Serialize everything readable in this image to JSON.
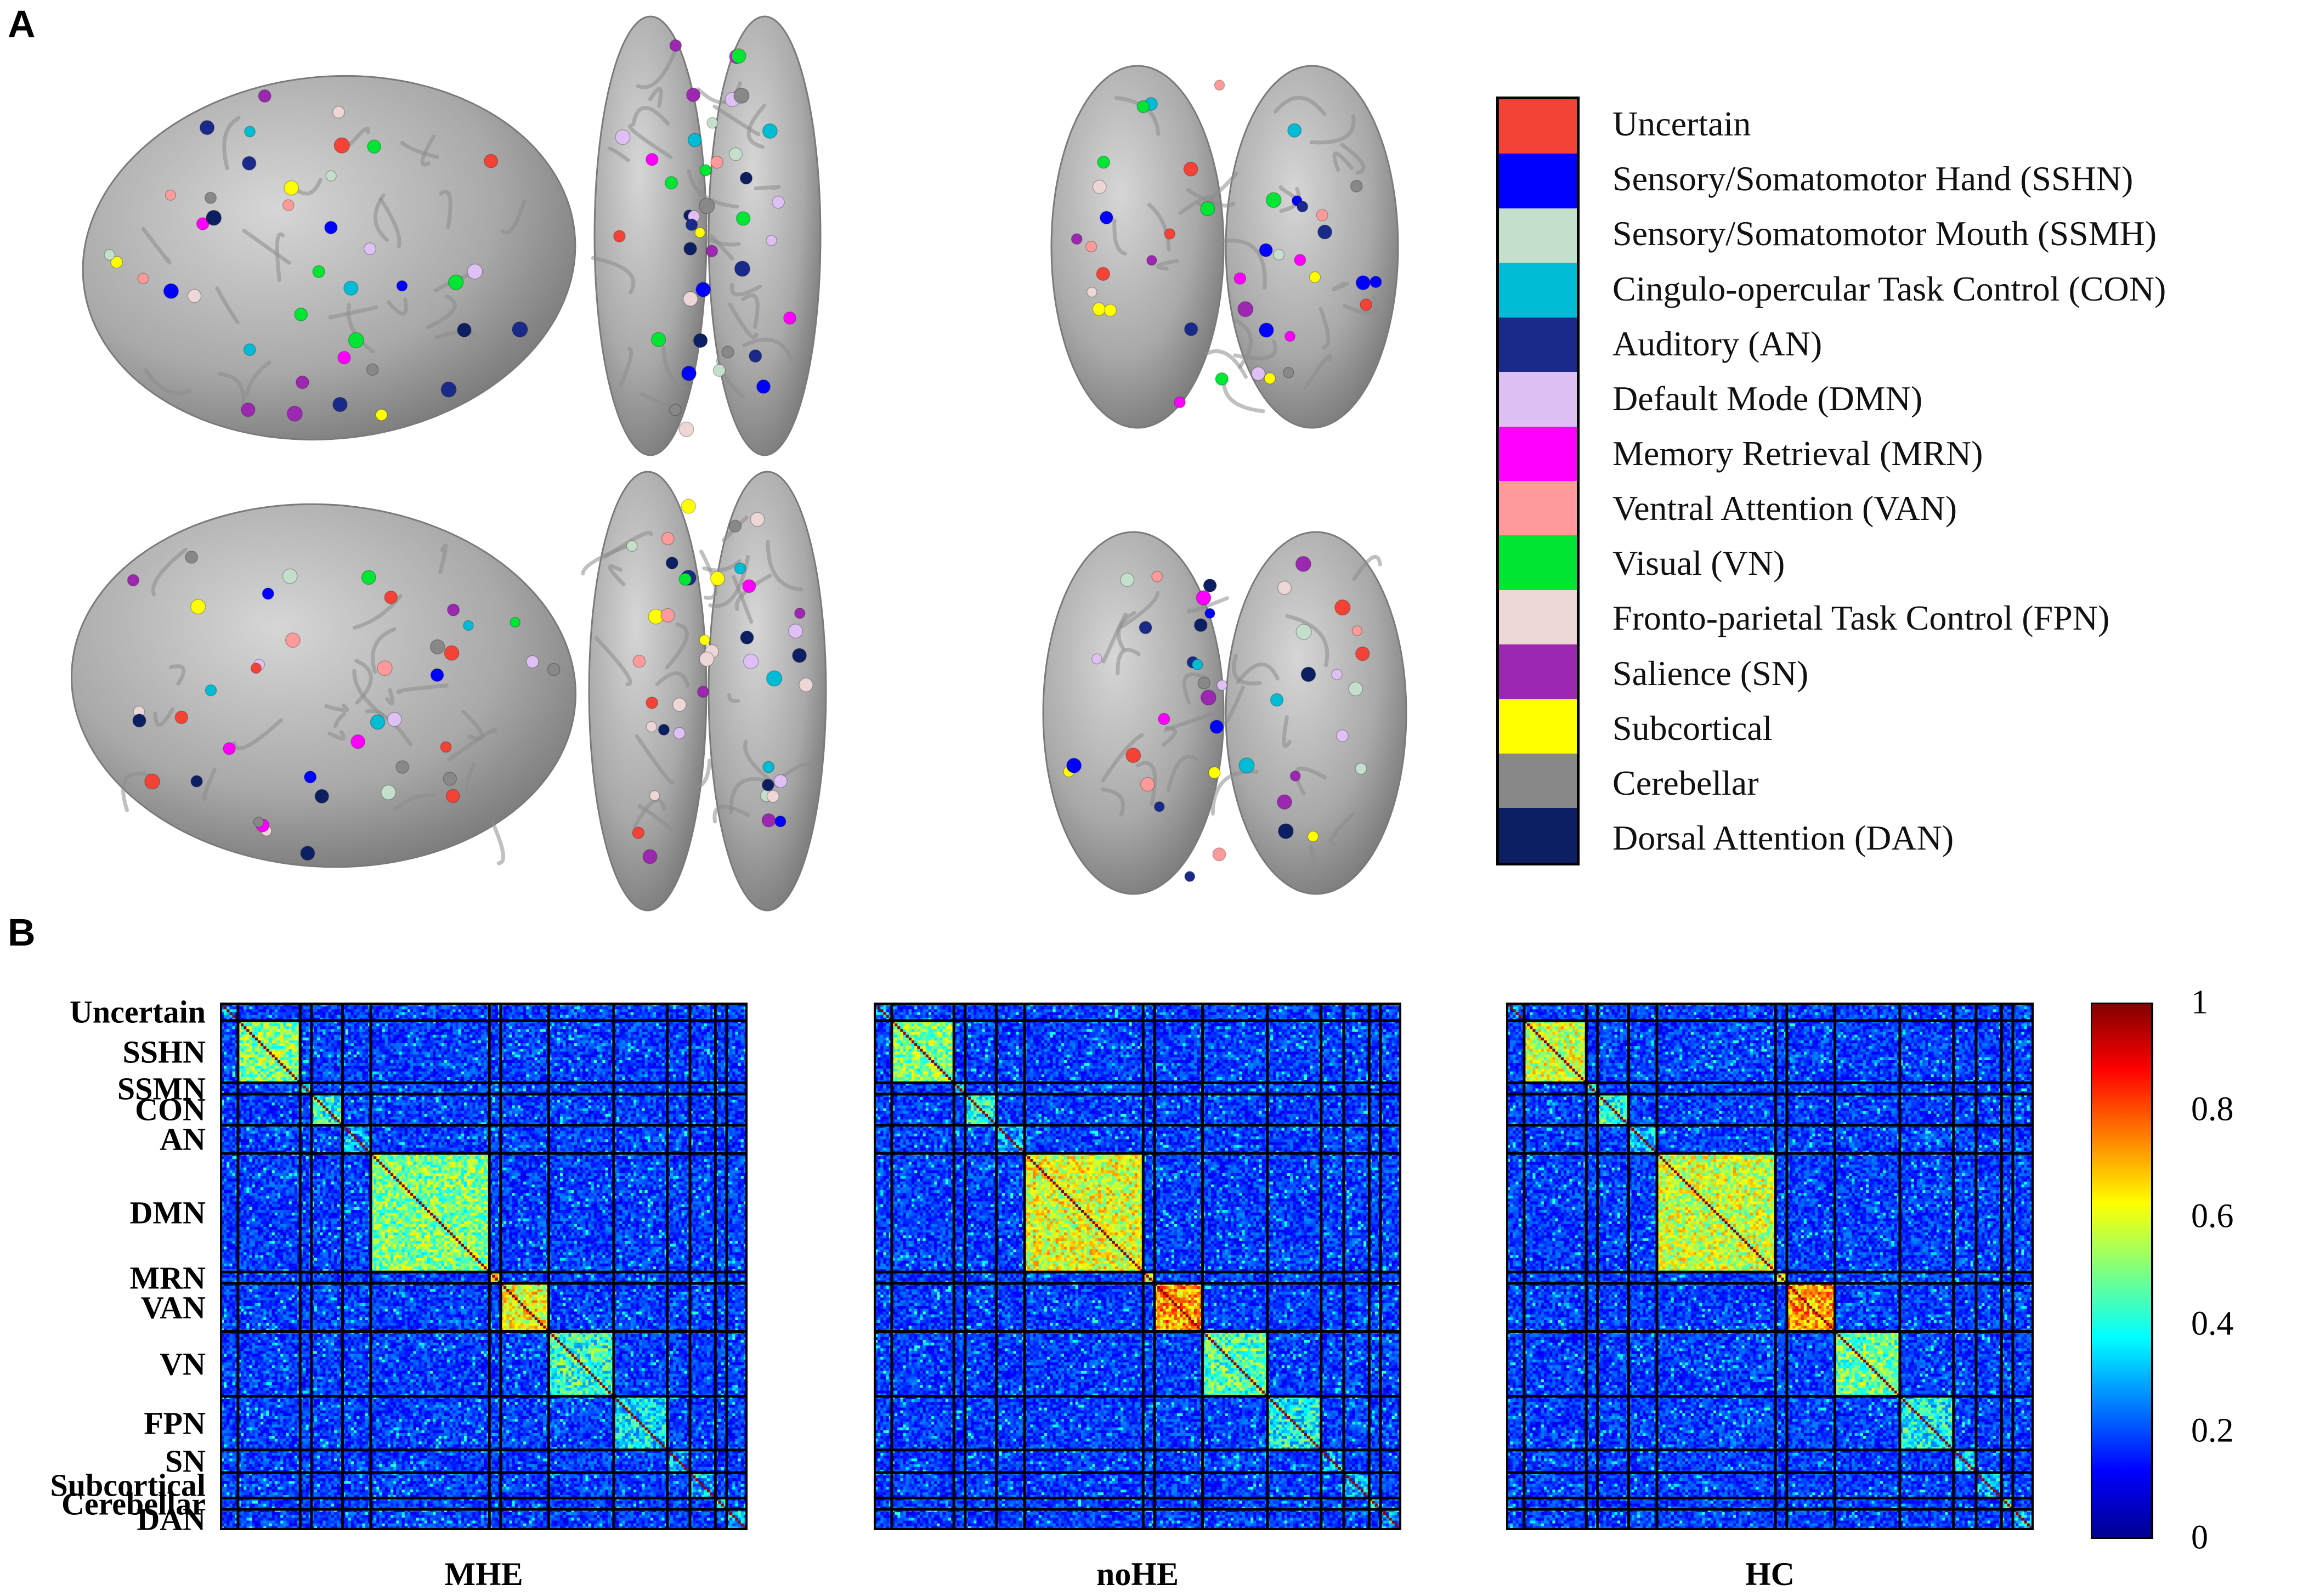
{
  "panel_labels": {
    "a": "A",
    "b": "B"
  },
  "legend": [
    {
      "label": "Uncertain",
      "color": "#f44336"
    },
    {
      "label": "Sensory/Somatomotor Hand (SSHN)",
      "color": "#0000ff"
    },
    {
      "label": "Sensory/Somatomotor Mouth (SSMH)",
      "color": "#c4e0cc"
    },
    {
      "label": "Cingulo-opercular Task Control (CON)",
      "color": "#00bcd4"
    },
    {
      "label": "Auditory (AN)",
      "color": "#1a2a8a"
    },
    {
      "label": "Default Mode (DMN)",
      "color": "#dfc0f5"
    },
    {
      "label": "Memory Retrieval (MRN)",
      "color": "#ff00ff"
    },
    {
      "label": "Ventral Attention (VAN)",
      "color": "#ff9a9a"
    },
    {
      "label": "Visual (VN)",
      "color": "#00e632"
    },
    {
      "label": "Fronto-parietal Task Control (FPN)",
      "color": "#ecd6d6"
    },
    {
      "label": "Salience (SN)",
      "color": "#9c27b0"
    },
    {
      "label": "Subcortical",
      "color": "#ffff00"
    },
    {
      "label": "Cerebellar",
      "color": "#888888"
    },
    {
      "label": "Dorsal Attention (DAN)",
      "color": "#0d1f63"
    }
  ],
  "networks": [
    "Uncertain",
    "SSHN",
    "SSMN",
    "CON",
    "AN",
    "DMN",
    "MRN",
    "VAN",
    "VN",
    "FPN",
    "SN",
    "Subcortical",
    "Cerebellar",
    "DAN"
  ],
  "network_sizes": [
    6,
    22,
    4,
    11,
    10,
    42,
    4,
    17,
    23,
    19,
    8,
    9,
    4,
    7
  ],
  "matrices": [
    {
      "label": "MHE",
      "within_strength": [
        0.25,
        0.5,
        0.35,
        0.4,
        0.3,
        0.5,
        0.6,
        0.62,
        0.42,
        0.35,
        0.3,
        0.3,
        0.4,
        0.3
      ]
    },
    {
      "label": "noHE",
      "within_strength": [
        0.25,
        0.5,
        0.35,
        0.4,
        0.3,
        0.6,
        0.6,
        0.72,
        0.45,
        0.38,
        0.3,
        0.3,
        0.4,
        0.3
      ]
    },
    {
      "label": "HC",
      "within_strength": [
        0.25,
        0.58,
        0.38,
        0.42,
        0.32,
        0.58,
        0.6,
        0.72,
        0.48,
        0.38,
        0.32,
        0.3,
        0.4,
        0.3
      ]
    }
  ],
  "colorbar": {
    "min": 0,
    "max": 1,
    "ticks": [
      "1",
      "0.8",
      "0.6",
      "0.4",
      "0.2",
      "0"
    ]
  }
}
